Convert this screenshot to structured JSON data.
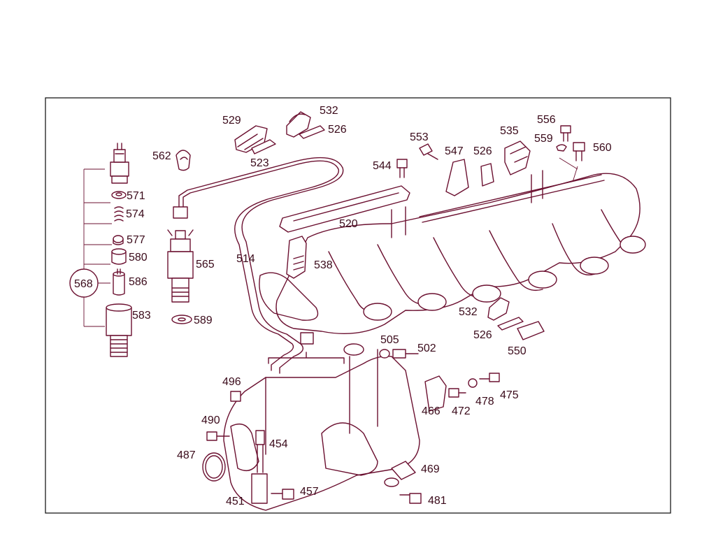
{
  "diagram": {
    "accent_color": "#6b1030",
    "label_color": "#3a0a1a",
    "border_color": "#1a1a1a",
    "labels": {
      "l529": "529",
      "l532a": "532",
      "l526a": "526",
      "l523": "523",
      "l562": "562",
      "l556": "556",
      "l553": "553",
      "l547": "547",
      "l526b": "526",
      "l535": "535",
      "l559": "559",
      "l560": "560",
      "l544": "544",
      "l571": "571",
      "l574": "574",
      "l577": "577",
      "l580": "580",
      "l568": "568",
      "l586": "586",
      "l583": "583",
      "l565": "565",
      "l589": "589",
      "l514": "514",
      "l520": "520",
      "l538": "538",
      "l532b": "532",
      "l526c": "526",
      "l550": "550",
      "l505": "505",
      "l502": "502",
      "l496": "496",
      "l466": "466",
      "l472": "472",
      "l478": "478",
      "l475": "475",
      "l490": "490",
      "l454": "454",
      "l487": "487",
      "l469": "469",
      "l451": "451",
      "l457": "457",
      "l481": "481"
    }
  }
}
